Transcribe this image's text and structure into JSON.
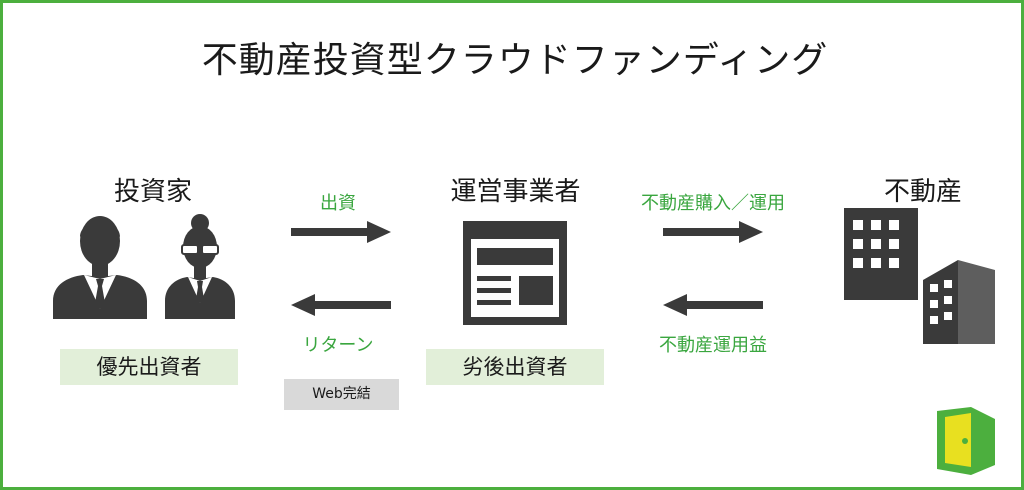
{
  "title": "不動産投資型クラウドファンディング",
  "investor": {
    "heading": "投資家",
    "role": "優先出資者",
    "badge": "Web完結"
  },
  "operator": {
    "heading": "運営事業者",
    "role": "劣後出資者"
  },
  "realestate": {
    "heading": "不動産"
  },
  "flows": {
    "investment": "出資",
    "return": "リターン",
    "purchase_operation": "不動産購入／運用",
    "operating_profit": "不動産運用益"
  },
  "icons": {
    "man": "businessman-icon",
    "woman": "businesswoman-icon",
    "operator": "browser-window-icon",
    "buildings": "buildings-icon",
    "logo": "door-logo-icon"
  },
  "colors": {
    "frame": "#4caf3e",
    "accent_text": "#3aa63f",
    "role_box_bg": "#e2efd9",
    "badge_bg": "#d9d9d9",
    "icon_dark": "#3a3a3a"
  }
}
